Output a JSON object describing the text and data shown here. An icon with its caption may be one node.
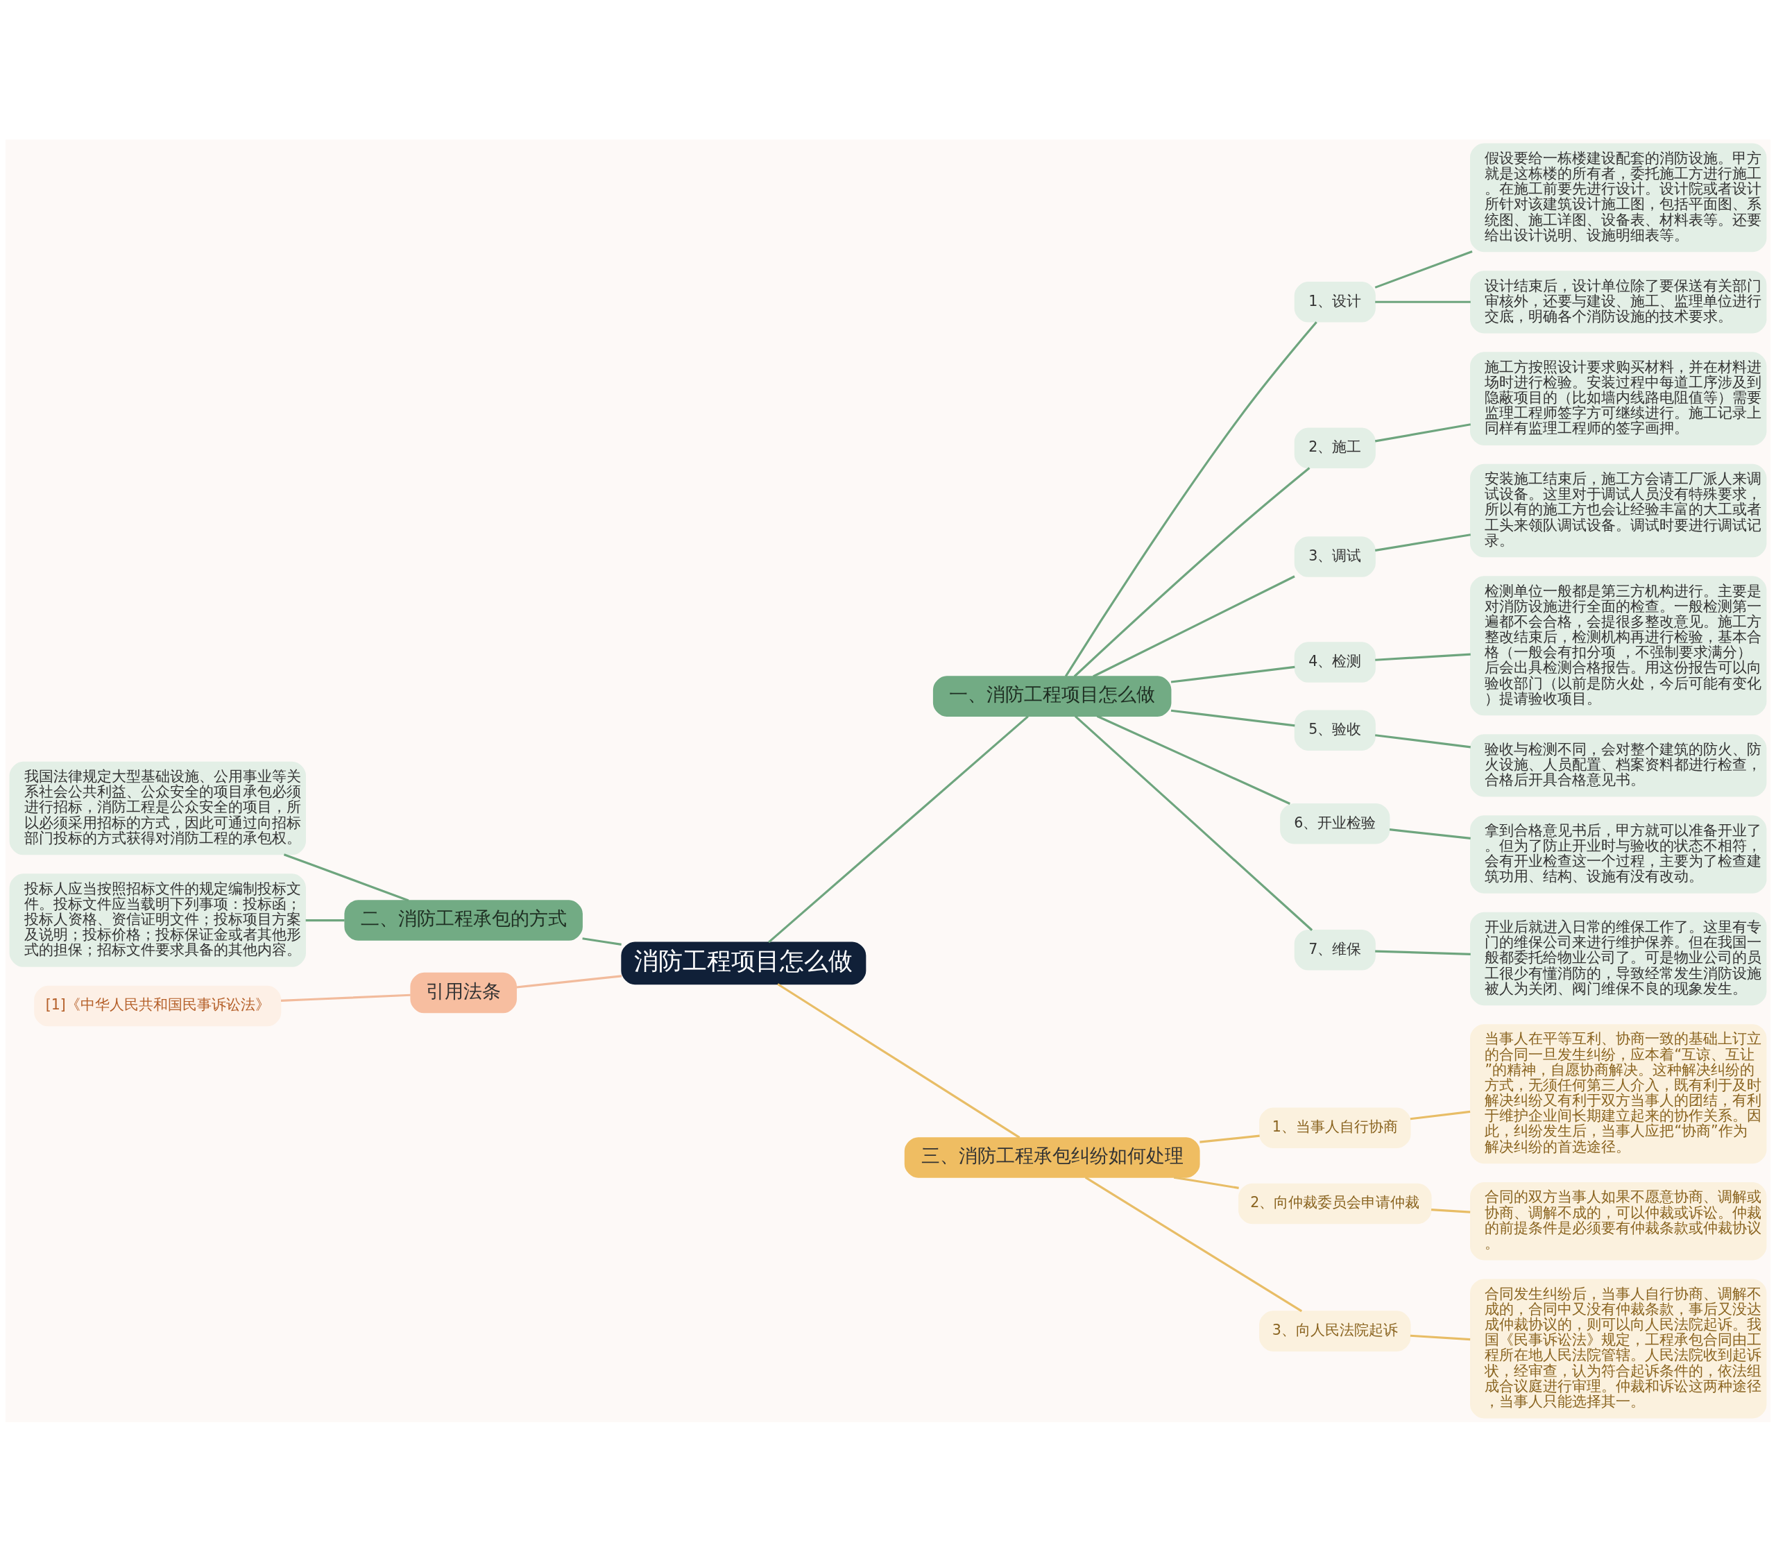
{
  "diagram": {
    "nodes": [
      {
        "text": [
          "消防工程项目怎么做"
        ]
      },
      {
        "text": [
          "一、消防工程项目怎么做"
        ]
      },
      {
        "text": [
          "1、设计"
        ]
      },
      {
        "text": [
          "假设要给一栋楼建设配套的消防设施。甲方就是这栋楼的所有者，委托施工方进行施工。在施工前要先进行设计。设计院或者设计所针对该建筑设计施工图，包括平面图、系统图、施工详图、设备表、材料表等。还要给出设计说明、设施明细表等。"
        ]
      },
      {
        "text": [
          "设计结束后，设计单位除了要保送有关部门审核外，还要与建设、施工、监理单位进行交底，明确各个消防设施的技术要求。"
        ]
      },
      {
        "text": [
          "2、施工"
        ]
      },
      {
        "text": [
          "施工方按照设计要求购买材料，并在材料进场时进行检验。安装过程中每道工序涉及到隐蔽项目的（比如墙内线路电阻值等）需要监理工程师签字方可继续进行。施工记录上同样有监理工程师的签字画押。"
        ]
      },
      {
        "text": [
          "3、调试"
        ]
      },
      {
        "text": [
          "安装施工结束后，施工方会请工厂派人来调试设备。这里对于调试人员没有特殊要求，所以有的施工方也会让经验丰富的大工或者工头来领队调试设备。调试时要进行调试记录。"
        ]
      },
      {
        "text": [
          "4、检测"
        ]
      },
      {
        "text": [
          "检测单位一般都是第三方机构进行。主要是对消防设施进行全面的检查。一般检测第一遍都不会合格，会提很多整改意见。施工方整改结束后，检测机构再进行检验，基本合格（一般会有扣分项 ，不强制要求满分）后会出具检测合格报告。用这份报告可以向验收部门（以前是防火处，今后可能有变化）提请验收项目。"
        ]
      },
      {
        "text": [
          "5、验收"
        ]
      },
      {
        "text": [
          "验收与检测不同，会对整个建筑的防火、防火设施、人员配置、档案资料都进行检查，合格后开具合格意见书。"
        ]
      },
      {
        "text": [
          "6、开业检验"
        ]
      },
      {
        "text": [
          "拿到合格意见书后，甲方就可以准备开业了。但为了防止开业时与验收的状态不相符，会有开业检查这一个过程，主要为了检查建筑功用、结构、设施有没有改动。"
        ]
      },
      {
        "text": [
          "7、维保"
        ]
      },
      {
        "text": [
          "开业后就进入日常的维保工作了。这里有专门的维保公司来进行维护保养。但在我国一般都委托给物业公司了。可是物业公司的员工很少有懂消防的，导致经常发生消防设施被人为关闭、阀门维保不良的现象发生。"
        ]
      },
      {
        "text": [
          "二、消防工程承包的方式"
        ]
      },
      {
        "text": [
          "我国法律规定大型基础设施、公用事业等关系社会公共利益、公众安全的项目承包必须进行招标，消防工程是公众安全的项目，所以必须采用招标的方式，因此可通过向招标部门投标的方式获得对消防工程的承包权。"
        ]
      },
      {
        "text": [
          "投标人应当按照招标文件的规定编制投标文件。投标文件应当载明下列事项：投标函；投标人资格、资信证明文件；投标项目方案及说明；投标价格；投标保证金或者其他形式的担保；招标文件要求具备的其他内容。"
        ]
      },
      {
        "text": [
          "引用法条"
        ]
      },
      {
        "text": [
          "[1]《中华人民共和国民事诉讼法》"
        ]
      },
      {
        "text": [
          "三、消防工程承包纠纷如何处理"
        ]
      },
      {
        "text": [
          "1、当事人自行协商"
        ]
      },
      {
        "text": [
          "当事人在平等互利、协商一致的基础上订立的合同一旦发生纠纷，应本着“互谅、互让”的精神，自愿协商解决。这种解决纠纷的方式，无须任何第三人介入，既有利于及时解决纠纷又有利于双方当事人的团结，有利于维护企业间长期建立起来的协作关系。因此，纠纷发生后，当事人应把“协商”作为解决纠纷的首选途径。"
        ]
      },
      {
        "text": [
          "2、向仲裁委员会申请仲裁"
        ]
      },
      {
        "text": [
          "合同的双方当事人如果不愿意协商、调解或协商、调解不成的，可以仲裁或诉讼。仲裁的前提条件是必须要有仲裁条款或仲裁协议。"
        ]
      },
      {
        "text": [
          "3、向人民法院起诉"
        ]
      },
      {
        "text": [
          "合同发生纠纷后，当事人自行协商、调解不成的，合同中又没有仲裁条款，事后又没达成仲裁协议的，则可以向人民法院起诉。我国《民事诉讼法》规定，工程承包合同由工程所在地人民法院管辖。人民法院收到起诉状，经审查，认为符合起诉条件的，依法组成合议庭进行审理。仲裁和诉讼这两种途径，当事人只能选择其一。"
        ]
      }
    ],
    "edges": [
      {
        "from": 0,
        "to": 1,
        "arrow": "none"
      },
      {
        "from": 1,
        "to": 2,
        "arrow": "none"
      },
      {
        "from": 2,
        "to": 3,
        "arrow": "none"
      },
      {
        "from": 2,
        "to": 4,
        "arrow": "none"
      },
      {
        "from": 1,
        "to": 5,
        "arrow": "none"
      },
      {
        "from": 5,
        "to": 6,
        "arrow": "none"
      },
      {
        "from": 1,
        "to": 7,
        "arrow": "none"
      },
      {
        "from": 7,
        "to": 8,
        "arrow": "none"
      },
      {
        "from": 1,
        "to": 9,
        "arrow": "none"
      },
      {
        "from": 9,
        "to": 10,
        "arrow": "none"
      },
      {
        "from": 1,
        "to": 11,
        "arrow": "none"
      },
      {
        "from": 11,
        "to": 12,
        "arrow": "none"
      },
      {
        "from": 1,
        "to": 13,
        "arrow": "none"
      },
      {
        "from": 13,
        "to": 14,
        "arrow": "none"
      },
      {
        "from": 1,
        "to": 15,
        "arrow": "none"
      },
      {
        "from": 15,
        "to": 16,
        "arrow": "none"
      },
      {
        "from": 0,
        "to": 17,
        "arrow": "none"
      },
      {
        "from": 17,
        "to": 18,
        "arrow": "none"
      },
      {
        "from": 17,
        "to": 19,
        "arrow": "none"
      },
      {
        "from": 0,
        "to": 20,
        "arrow": "none",
        "color": "#f2bb9c"
      },
      {
        "from": 20,
        "to": 21,
        "arrow": "none",
        "color": "#f2bb9c"
      },
      {
        "from": 0,
        "to": 22,
        "arrow": "none",
        "color": "#e8bd66"
      },
      {
        "from": 22,
        "to": 23,
        "arrow": "none",
        "color": "#e8bd66"
      },
      {
        "from": 23,
        "to": 24,
        "arrow": "none",
        "color": "#e8bd66"
      },
      {
        "from": 22,
        "to": 25,
        "arrow": "none",
        "color": "#e8bd66"
      },
      {
        "from": 25,
        "to": 26,
        "arrow": "none",
        "color": "#e8bd66"
      },
      {
        "from": 22,
        "to": 27,
        "arrow": "none",
        "color": "#e8bd66"
      },
      {
        "from": 27,
        "to": 28,
        "arrow": "none",
        "color": "#e8bd66"
      }
    ]
  }
}
